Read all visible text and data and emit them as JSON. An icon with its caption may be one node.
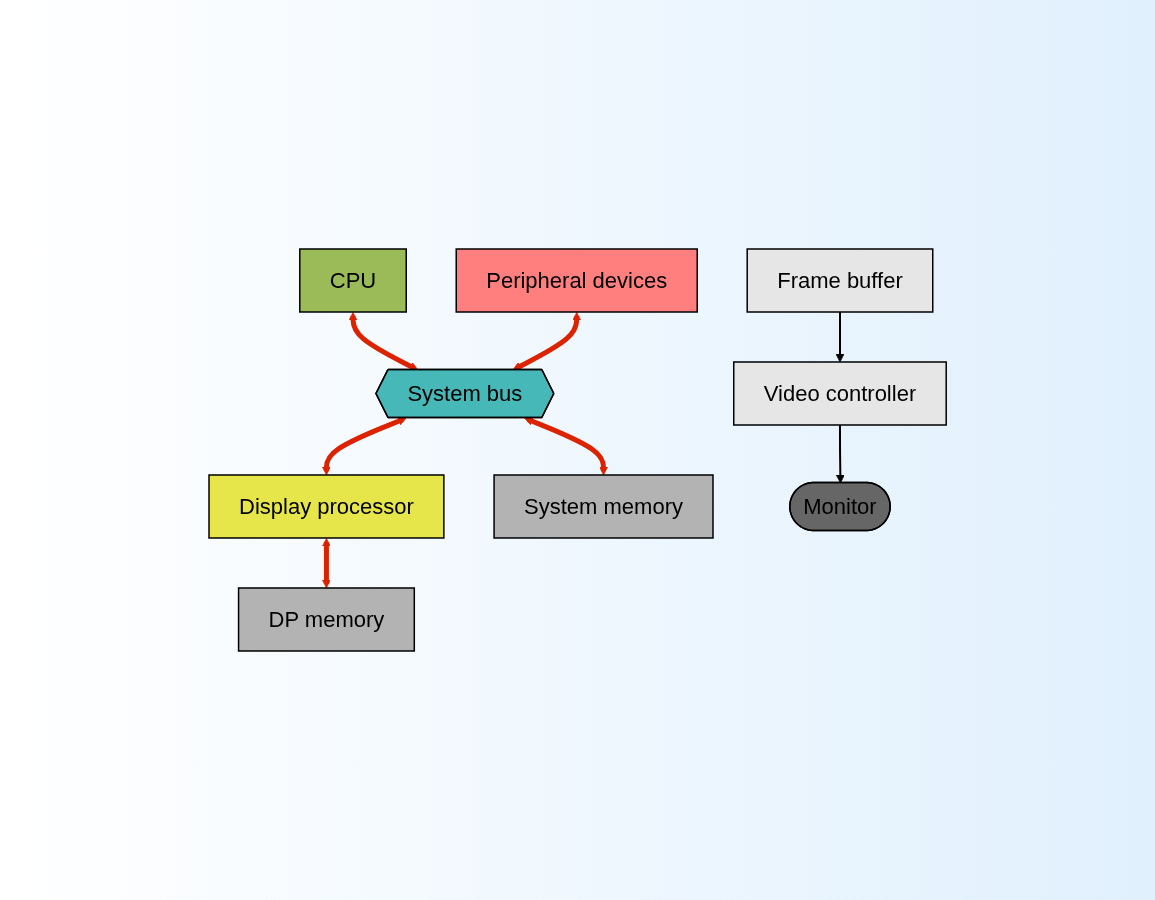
{
  "diagram": {
    "nodes": [
      {
        "text": [
          "CPU"
        ]
      },
      {
        "text": [
          "Peripheral devices"
        ]
      },
      {
        "text": [
          "System bus"
        ]
      },
      {
        "text": [
          "Display processor"
        ]
      },
      {
        "text": [
          "System memory"
        ]
      },
      {
        "text": [
          "DP memory"
        ]
      },
      {
        "text": [
          "Frame buffer"
        ]
      },
      {
        "text": [
          "Video controller"
        ]
      },
      {
        "text": [
          "Monitor"
        ]
      }
    ],
    "edges": [
      {
        "from": 0,
        "to": 2,
        "arrow": "both"
      },
      {
        "from": 1,
        "to": 2,
        "arrow": "both"
      },
      {
        "from": 2,
        "to": 3,
        "arrow": "both"
      },
      {
        "from": 2,
        "to": 4,
        "arrow": "both"
      },
      {
        "from": 3,
        "to": 5,
        "arrow": "both"
      },
      {
        "from": 6,
        "to": 7,
        "arrow": "to",
        "color": "#000000"
      },
      {
        "from": 7,
        "to": 8,
        "arrow": "to",
        "color": "#000000"
      }
    ]
  }
}
